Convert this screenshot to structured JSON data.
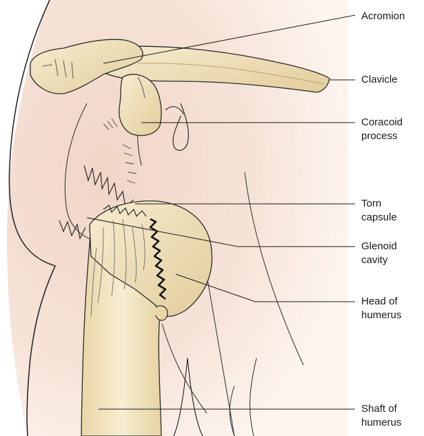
{
  "labels": {
    "acromion": [
      "Acromion"
    ],
    "clavicle": [
      "Clavicle"
    ],
    "coracoid": [
      "Coracoid",
      "process"
    ],
    "torn_capsule": [
      "Torn",
      "capsule"
    ],
    "glenoid": [
      "Glenoid",
      "cavity"
    ],
    "head_humerus": [
      "Head of",
      "humerus"
    ],
    "shaft_humerus": [
      "Shaft of",
      "humerus"
    ]
  },
  "colors": {
    "skin": "#f3ddd0",
    "skin_light": "#fbf0e8",
    "bone": "#f0e2c0",
    "bone_shade": "#dcc592",
    "outline": "#2a2a2a",
    "tear": "#111111"
  }
}
